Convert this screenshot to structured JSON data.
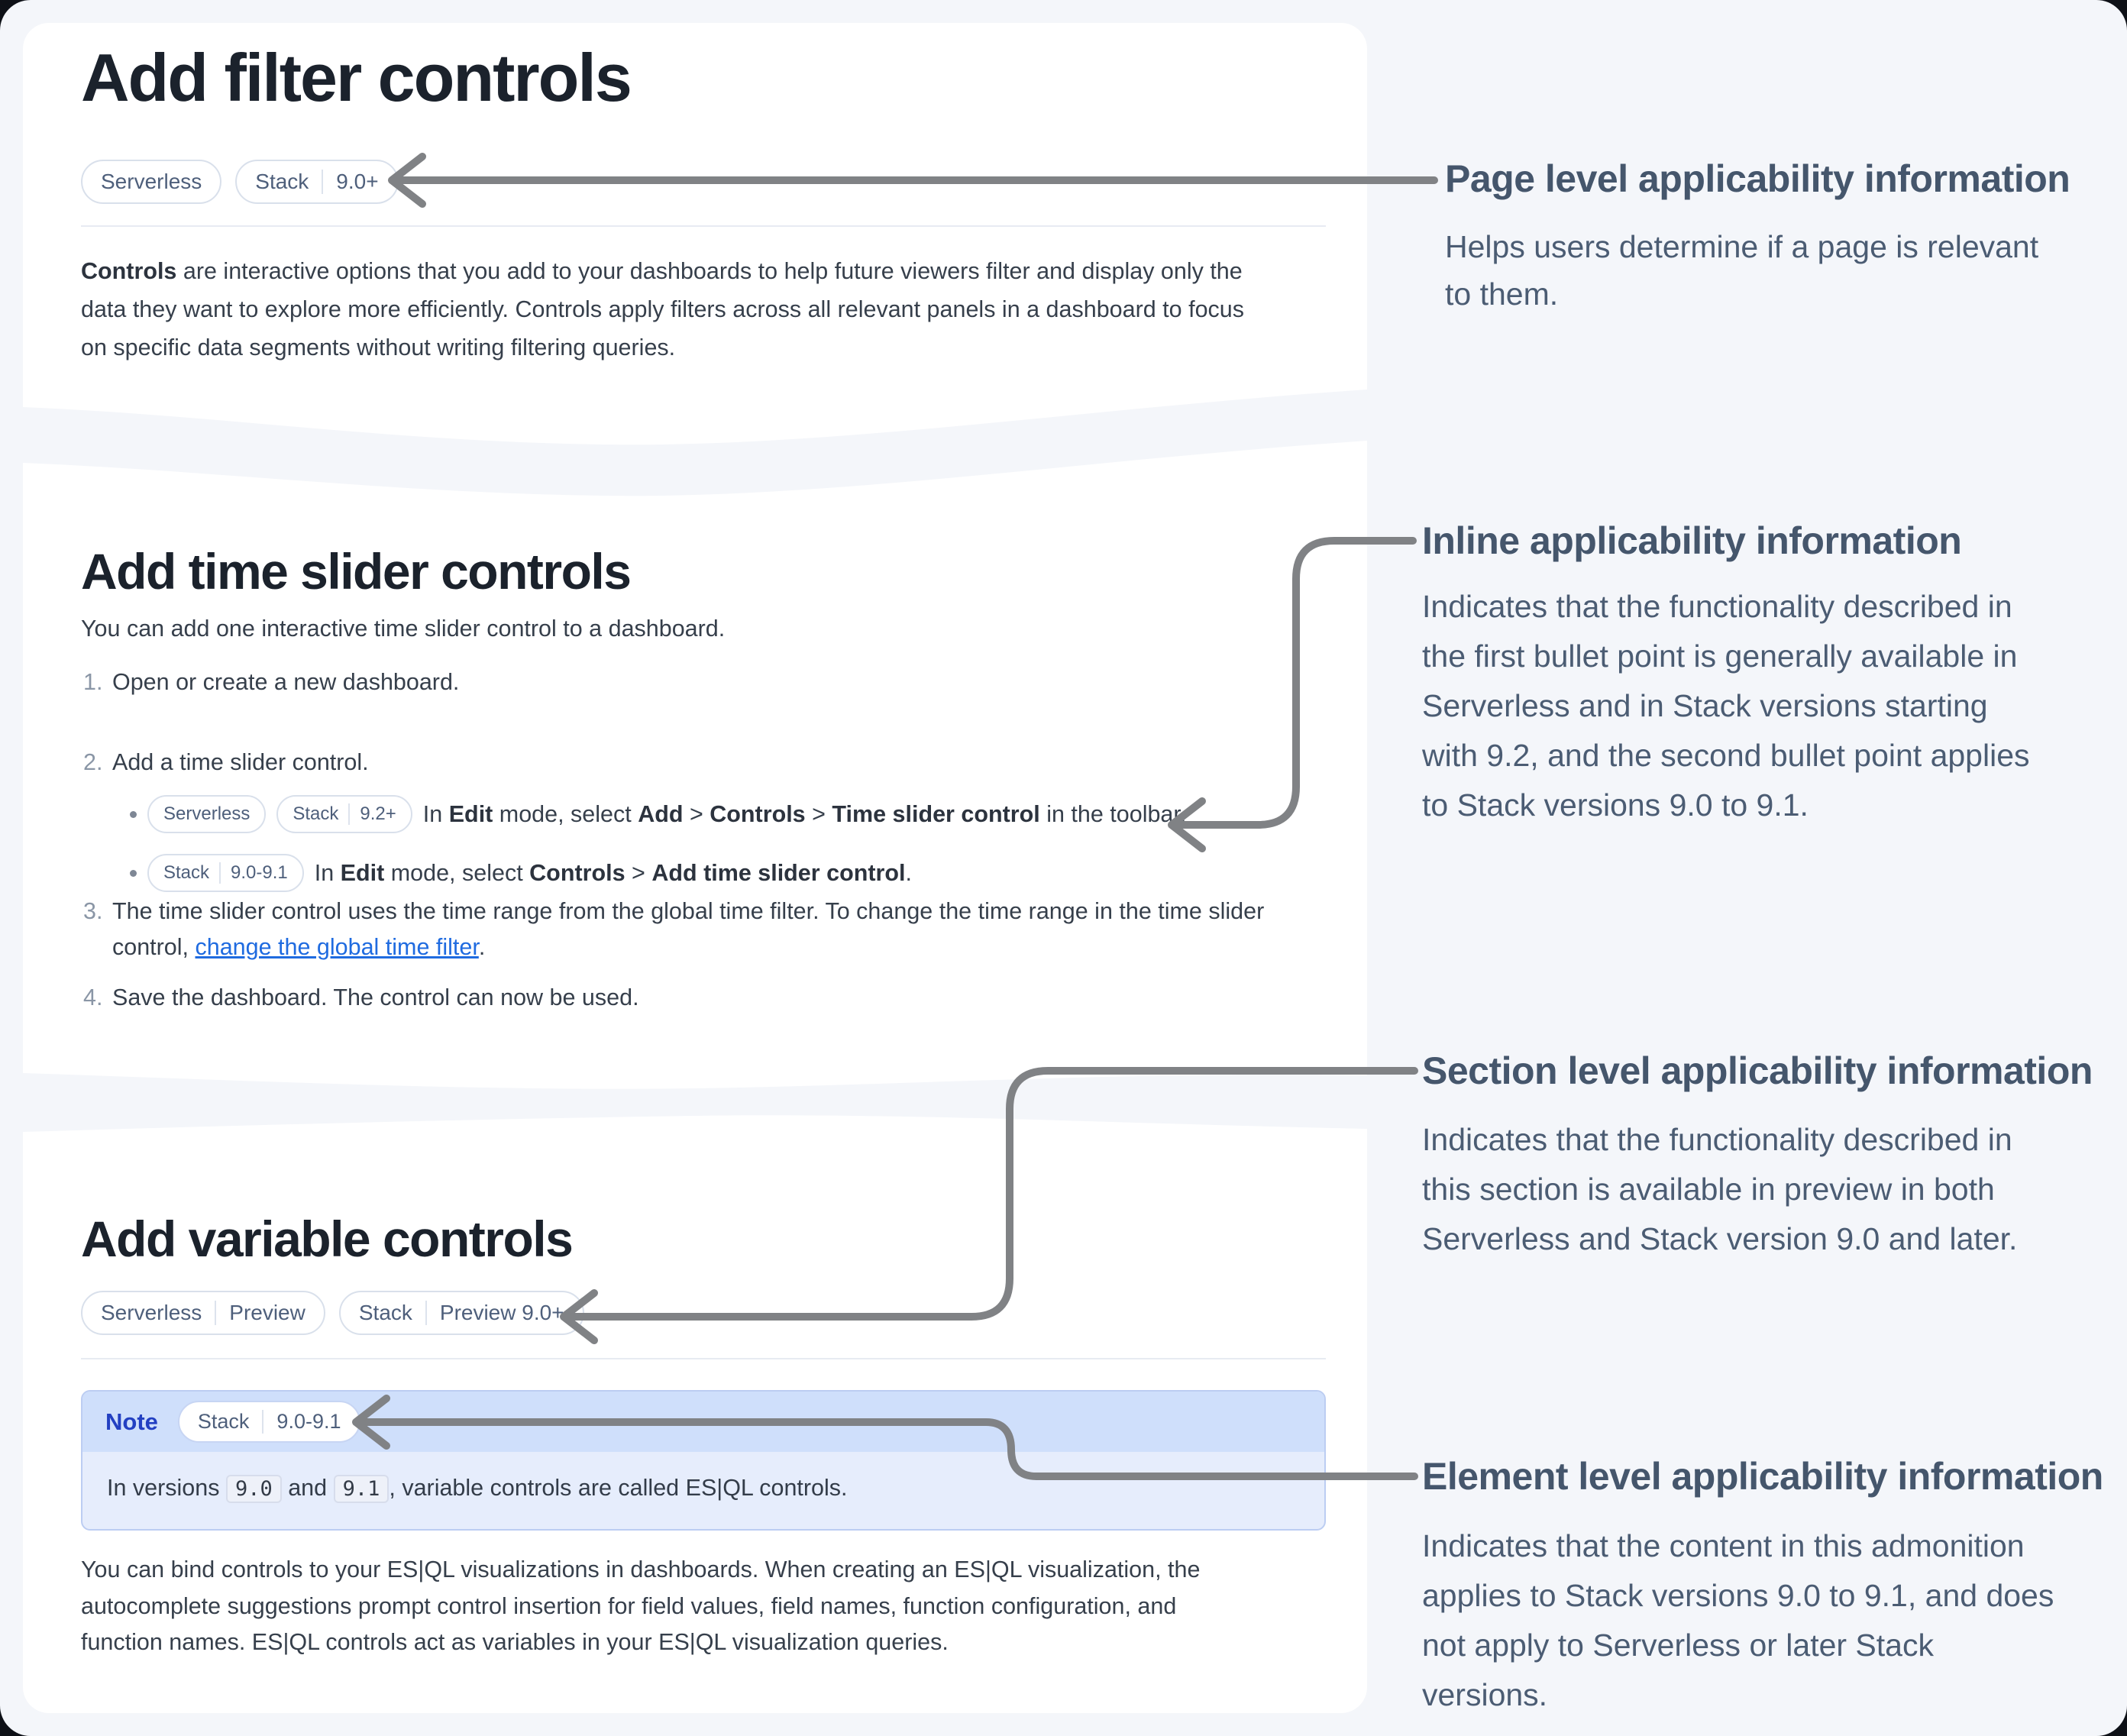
{
  "page": {
    "background": "#f4f6fa"
  },
  "icons": {
    "arrow1": "left-arrow-connector",
    "arrow2": "left-arrow-elbow-connector",
    "arrow3": "left-arrow-elbow-connector",
    "arrow4": "left-arrow-s-connector",
    "bullet": "bullet-dot"
  },
  "colors": {
    "note_accent": "#2340c2",
    "link": "#1f6be0",
    "arrow": "#808285"
  },
  "card1": {
    "title": "Add filter controls",
    "badge1_serverless": "Serverless",
    "badge2_stack": "Stack",
    "badge2_version": "9.0+",
    "para_bold": "Controls",
    "para_rest": " are interactive options that you add to your dashboards to help future viewers filter and display only the\ndata they want to explore more efficiently. Controls apply filters across all relevant panels in a dashboard to focus\non specific data segments without writing filtering queries."
  },
  "card2": {
    "title": "Add time slider controls",
    "intro": "You can add one interactive time slider control to a dashboard.",
    "step1_num": "1.",
    "step1_text": "Open or create a new dashboard.",
    "step2_num": "2.",
    "step2_text": "Add a time slider control.",
    "bullet1_badge1": "Serverless",
    "bullet1_badge2_stack": "Stack",
    "bullet1_badge2_version": "9.2+",
    "bullet1_t1": "In ",
    "bullet1_b1": "Edit",
    "bullet1_t2": " mode, select ",
    "bullet1_b2": "Add",
    "bullet1_t3": " > ",
    "bullet1_b3": "Controls",
    "bullet1_t4": " > ",
    "bullet1_b4": "Time slider control",
    "bullet1_t5": " in the toolbar.",
    "bullet2_badge1_stack": "Stack",
    "bullet2_badge1_version": "9.0-9.1",
    "bullet2_t1": "In ",
    "bullet2_b1": "Edit",
    "bullet2_t2": " mode, select ",
    "bullet2_b2": "Controls",
    "bullet2_t3": " > ",
    "bullet2_b3": "Add time slider control",
    "bullet2_t4": ".",
    "step3_num": "3.",
    "step3_t1": "The time slider control uses the time range from the global time filter. To change the time range in the time slider\ncontrol, ",
    "step3_link": "change the global time filter",
    "step3_t2": ".",
    "step4_num": "4.",
    "step4_text": "Save the dashboard. The control can now be used."
  },
  "card3": {
    "title": "Add variable controls",
    "badge1_serverless": "Serverless",
    "badge1_preview": "Preview",
    "badge2_stack": "Stack",
    "badge2_version": "Preview 9.0+",
    "note_label": "Note",
    "note_badge_stack": "Stack",
    "note_badge_version": "9.0-9.1",
    "note_t1": "In versions ",
    "note_code1": "9.0",
    "note_t2": " and ",
    "note_code2": "9.1",
    "note_t3": ", variable controls are called ES|QL controls.",
    "para": "You can bind controls to your ES|QL visualizations in dashboards. When creating an ES|QL visualization, the\nautocomplete suggestions prompt control insertion for field values, field names, function configuration, and\nfunction names. ES|QL controls act as variables in your ES|QL visualization queries."
  },
  "annotations": {
    "a1_heading": "Page level applicability information",
    "a1_body": "Helps users determine if a page is relevant\nto them.",
    "a2_heading": "Inline applicability information",
    "a2_body": "Indicates that the functionality described in\nthe first bullet point is generally available in\nServerless and in Stack versions starting\nwith 9.2, and the second bullet point applies\nto Stack versions 9.0 to 9.1.",
    "a3_heading": "Section level applicability information",
    "a3_body": "Indicates that the functionality described in\nthis section is available in preview in both\nServerless and Stack version 9.0 and later.",
    "a4_heading": "Element level applicability information",
    "a4_body": "Indicates that the content in this admonition\napplies to Stack versions 9.0 to 9.1, and does\nnot apply to Serverless or later Stack\nversions."
  }
}
